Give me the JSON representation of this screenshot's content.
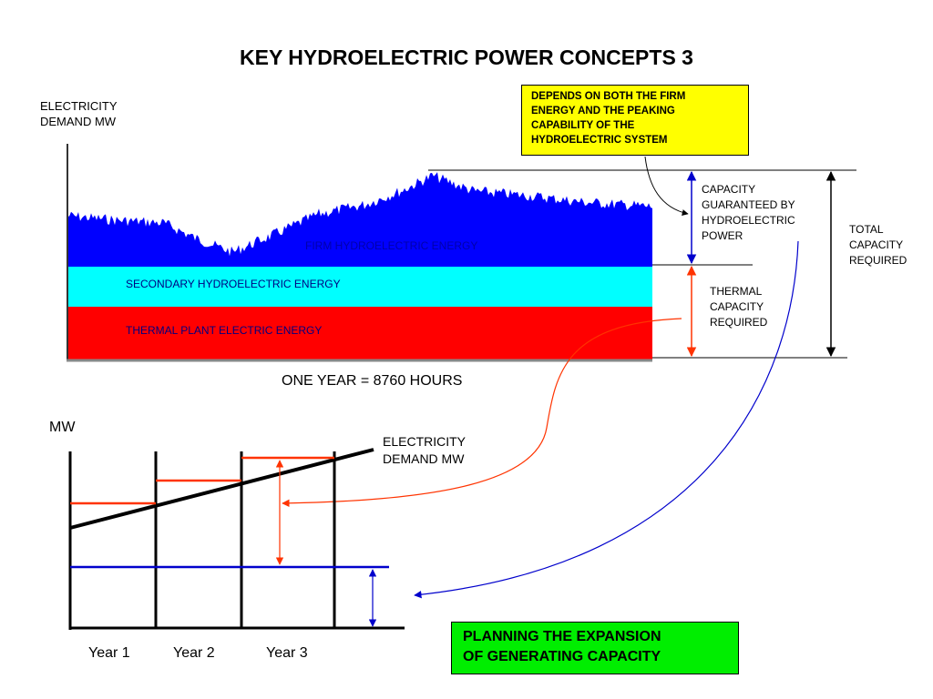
{
  "title": "KEY HYDROELECTRIC POWER CONCEPTS 3",
  "top_diagram": {
    "y_axis_label": [
      "ELECTRICITY",
      "DEMAND MW"
    ],
    "x_axis_label": "ONE YEAR = 8760 HOURS",
    "bands": {
      "firm": {
        "label": "FIRM HYDROELECTRIC ENERGY",
        "color": "#0000ff"
      },
      "secondary": {
        "label": "SECONDARY HYDROELECTRIC ENERGY",
        "color": "#00ffff"
      },
      "thermal": {
        "label": "THERMAL PLANT ELECTRIC ENERGY",
        "color": "#ff0000"
      }
    },
    "callout_box": [
      "DEPENDS ON BOTH THE FIRM",
      "ENERGY AND THE PEAKING",
      "CAPABILITY OF THE",
      "HYDROELECTRIC SYSTEM"
    ],
    "capacity_guaranteed": [
      "CAPACITY",
      "GUARANTEED BY",
      "HYDROELECTRIC",
      "POWER"
    ],
    "thermal_capacity": [
      "THERMAL",
      "CAPACITY",
      "REQUIRED"
    ],
    "total_capacity": [
      "TOTAL",
      "CAPACITY",
      "REQUIRED"
    ]
  },
  "bottom_diagram": {
    "y_axis_label": "MW",
    "demand_label": [
      "ELECTRICITY",
      "DEMAND MW"
    ],
    "year_labels": [
      "Year 1",
      "Year 2",
      "Year 3"
    ]
  },
  "planning_box": [
    "PLANNING THE EXPANSION",
    "OF GENERATING CAPACITY"
  ],
  "colors": {
    "hydro_arrow": "#0000cc",
    "thermal_arrow": "#ff3300",
    "callout_bg": "#ffff00",
    "planning_bg": "#00ee00"
  }
}
